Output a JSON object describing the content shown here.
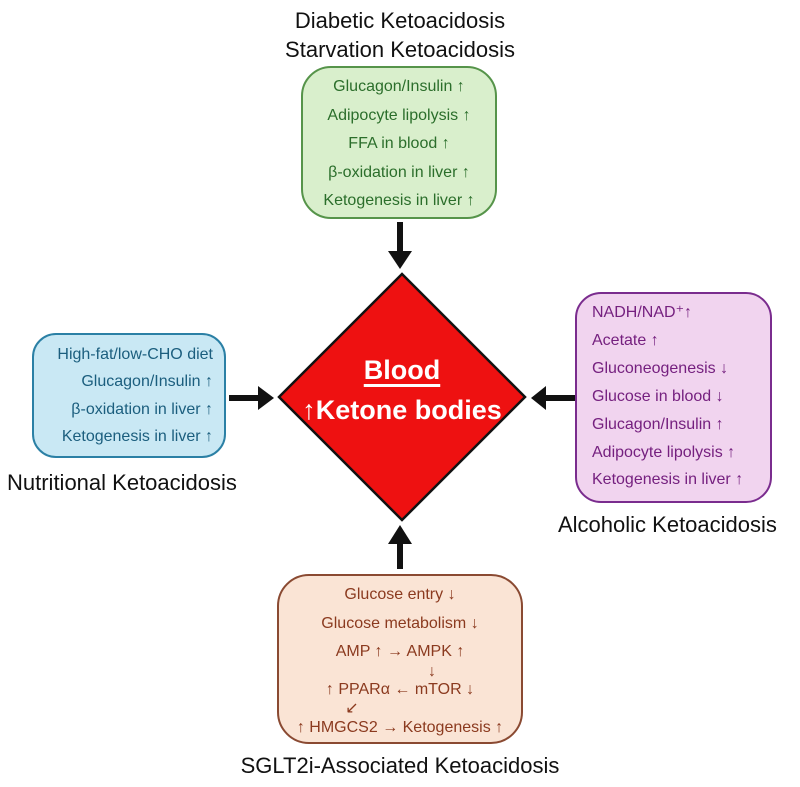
{
  "titles": {
    "top": [
      "Diabetic Ketoacidosis",
      "Starvation Ketoacidosis"
    ]
  },
  "center": {
    "line1": "Blood",
    "line2": "↑Ketone bodies",
    "fill": "#EE1111",
    "border": "#111111",
    "text_color": "#FFFFFF"
  },
  "colors": {
    "connector": "#111111",
    "background": "#FFFFFF",
    "label_text": "#111111"
  },
  "boxes": {
    "diabetic": {
      "lines": [
        "Glucagon/Insulin ↑",
        "Adipocyte lipolysis ↑",
        "FFA in blood ↑",
        "β-oxidation in liver ↑",
        "Ketogenesis in liver ↑"
      ],
      "fill": "#D9EFCC",
      "border": "#56944A",
      "text": "#2B6E2B"
    },
    "nutritional": {
      "label": "Nutritional Ketoacidosis",
      "lines": [
        "High-fat/low-CHO diet",
        "Glucagon/Insulin ↑",
        "β-oxidation in liver ↑",
        "Ketogenesis in liver ↑"
      ],
      "fill": "#C9E8F4",
      "border": "#2B80A5",
      "text": "#1B5E7E"
    },
    "alcoholic": {
      "label": "Alcoholic Ketoacidosis",
      "lines": [
        "NADH/NAD⁺↑",
        "Acetate ↑",
        "Gluconeogenesis ↓",
        "Glucose in blood ↓",
        "Glucagon/Insulin ↑",
        "Adipocyte lipolysis ↑",
        "Ketogenesis in liver ↑"
      ],
      "fill": "#F1D4EF",
      "border": "#7A2C8E",
      "text": "#75207F"
    },
    "sglt2i": {
      "label": "SGLT2i-Associated Ketoacidosis",
      "lines": [
        "Glucose entry ↓",
        "Glucose metabolism ↓",
        "AMP ↑ → AMPK ↑",
        "↓",
        "↑ PPARα ← mTOR ↓",
        "↙",
        "↑ HMGCS2 → Ketogenesis ↑"
      ],
      "fill": "#FAE4D5",
      "border": "#8A4A32",
      "text": "#8B3A1F"
    }
  }
}
